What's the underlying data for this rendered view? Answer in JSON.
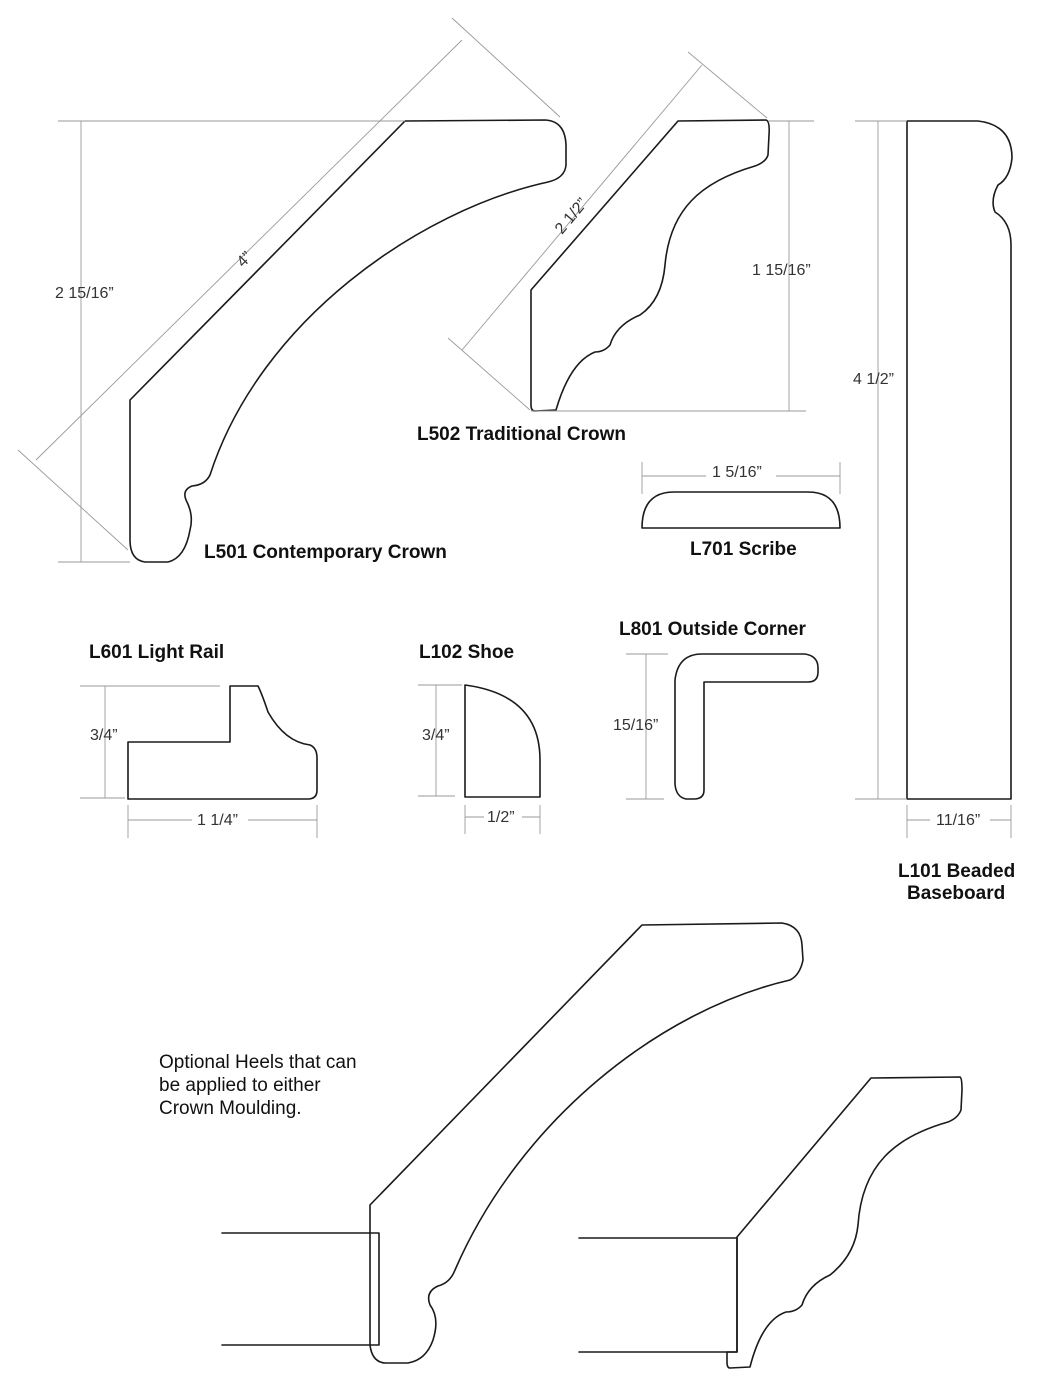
{
  "profiles": {
    "l501": {
      "label": "L501 Contemporary Crown",
      "dim_height": "2 15/16”",
      "dim_diag": "4”"
    },
    "l502": {
      "label": "L502 Traditional Crown",
      "dim_height": "1 15/16”",
      "dim_diag": "2 1/2”"
    },
    "l701": {
      "label": "L701 Scribe",
      "dim_width": "1 5/16”"
    },
    "l101": {
      "label_line1": "L101 Beaded",
      "label_line2": "Baseboard",
      "dim_height": "4 1/2”",
      "dim_width": "11/16”"
    },
    "l601": {
      "label": "L601 Light Rail",
      "dim_height": "3/4”",
      "dim_width": "1 1/4”"
    },
    "l102": {
      "label": "L102 Shoe",
      "dim_height": "3/4”",
      "dim_width": "1/2”"
    },
    "l801": {
      "label": "L801 Outside Corner",
      "dim_height": "15/16”"
    }
  },
  "heels_note": {
    "line1": "Optional Heels that can",
    "line2": "be applied to either",
    "line3": "Crown Moulding."
  }
}
